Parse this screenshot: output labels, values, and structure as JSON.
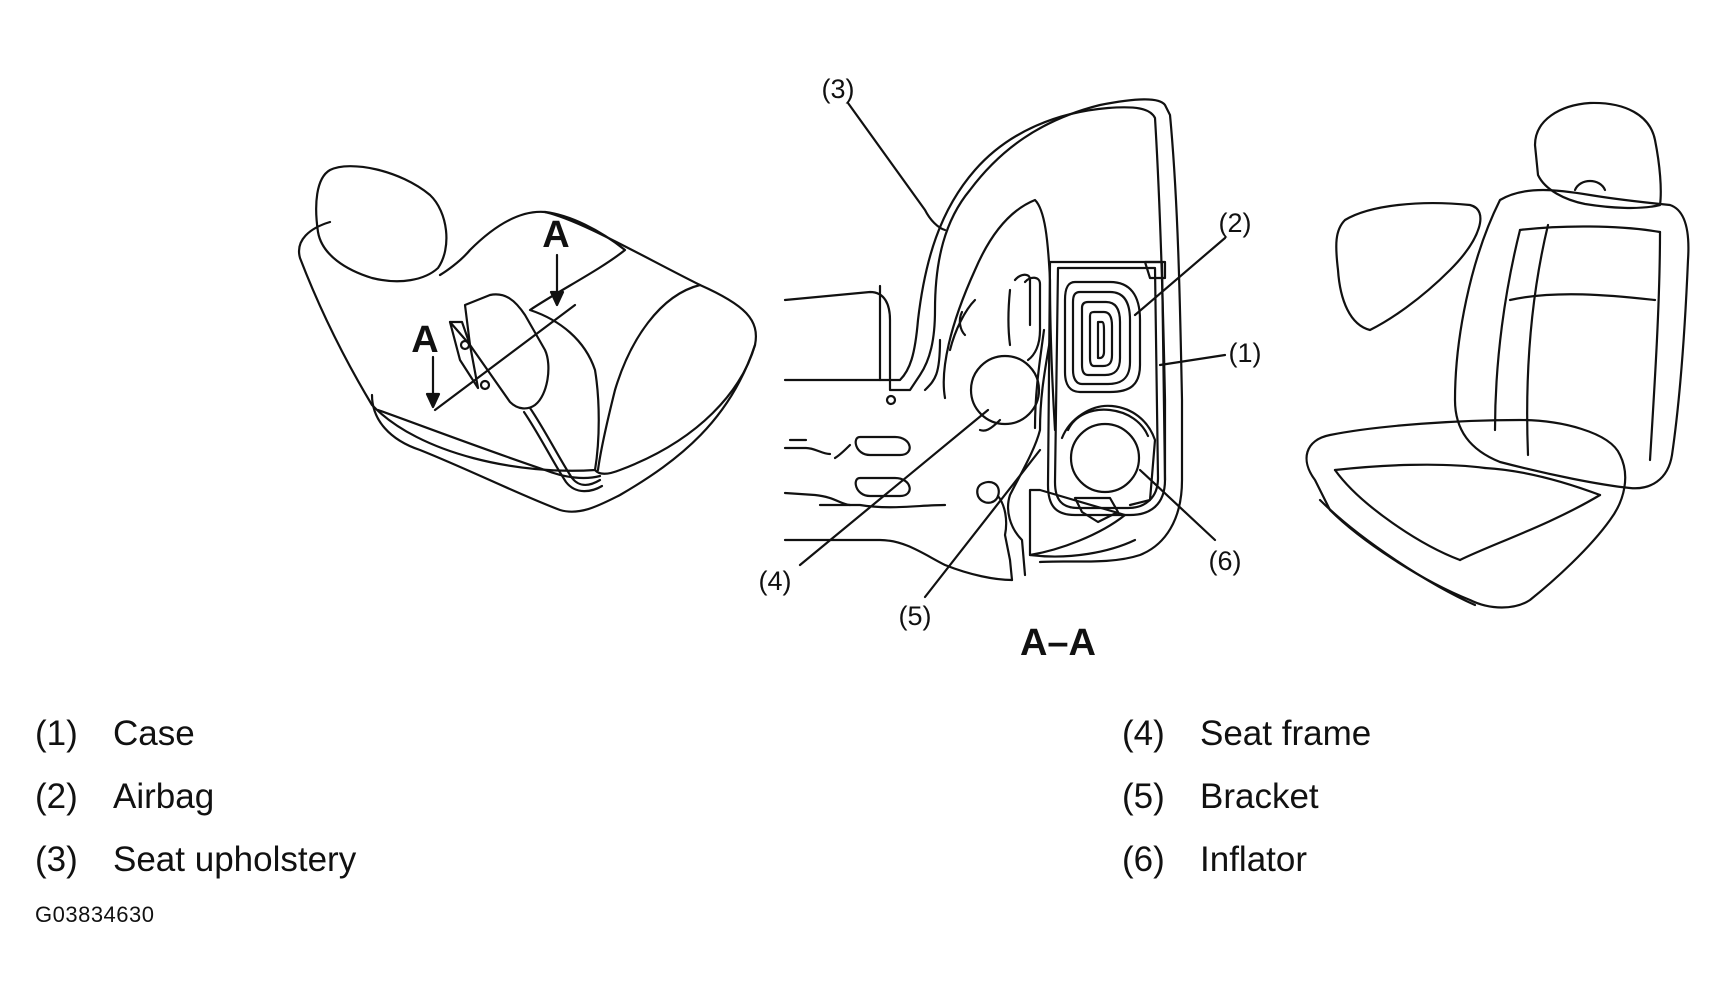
{
  "figure": {
    "section_marker": "A",
    "section_label": "A–A",
    "callouts": [
      "(1)",
      "(2)",
      "(3)",
      "(4)",
      "(5)",
      "(6)"
    ]
  },
  "legend": {
    "left": [
      {
        "num": "(1)",
        "label": "Case"
      },
      {
        "num": "(2)",
        "label": "Airbag"
      },
      {
        "num": "(3)",
        "label": "Seat upholstery"
      }
    ],
    "right": [
      {
        "num": "(4)",
        "label": "Seat frame"
      },
      {
        "num": "(5)",
        "label": "Bracket"
      },
      {
        "num": "(6)",
        "label": "Inflator"
      }
    ]
  },
  "figure_id": "G03834630"
}
